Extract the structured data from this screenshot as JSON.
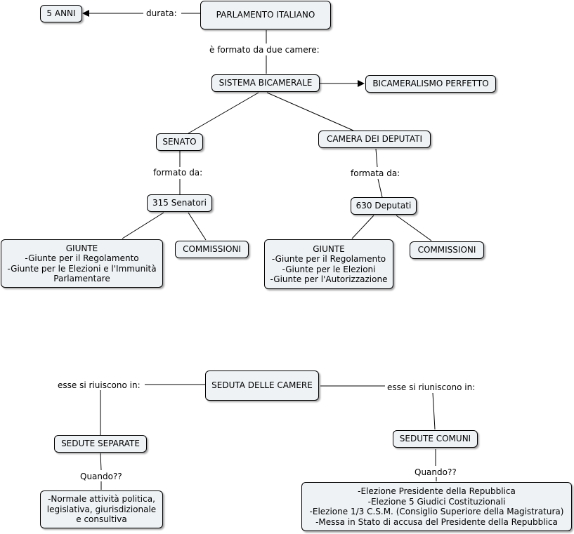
{
  "nodes": {
    "parlamento": "PARLAMENTO ITALIANO",
    "cinque_anni": "5 ANNI",
    "sistema": "SISTEMA BICAMERALE",
    "bicameralismo": "BICAMERALISMO PERFETTO",
    "senato": "SENATO",
    "camera": "CAMERA DEI DEPUTATI",
    "senatori": "315 Senatori",
    "deputati": "630 Deputati",
    "giunte_senato": "GIUNTE\n-Giunte per il Regolamento\n-Giunte per le Elezioni e l'Immunità\nParlamentare",
    "commissioni_senato": "COMMISSIONI",
    "giunte_camera": "GIUNTE\n-Giunte per il Regolamento\n-Giunte per le Elezioni\n-Giunte per l'Autorizzazione",
    "commissioni_camera": "COMMISSIONI",
    "seduta": "SEDUTA DELLE CAMERE",
    "separate": "SEDUTE SEPARATE",
    "comuni": "SEDUTE COMUNI",
    "separate_desc": "-Normale attività politica,\nlegislativa, giurisdizionale\ne consultiva",
    "comuni_desc": "-Elezione Presidente della Repubblica\n-Elezione 5 Giudici Costituzionali\n-Elezione 1/3 C.S.M. (Consiglio Superiore della Magistratura)\n-Messa in Stato di accusa del Presidente della Repubblica"
  },
  "links": {
    "durata": "durata:",
    "formato_camere": "è formato da due camere:",
    "formato_da": "formato da:",
    "formata_da": "formata da:",
    "esse_left": "esse si riuiscono in:",
    "esse_right": "esse si riuniscono in:",
    "quando_left": "Quando??",
    "quando_right": "Quando??"
  },
  "colors": {
    "node_fill": "#eef2f5",
    "line": "#000000"
  }
}
